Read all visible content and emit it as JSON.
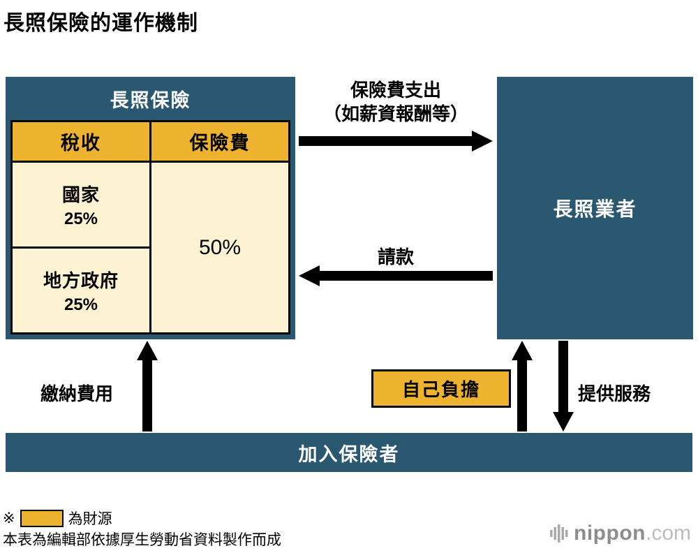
{
  "title": "長照保險的運作機制",
  "colors": {
    "teal": "#2b5871",
    "yellow": "#edb32e",
    "cream": "#fdf3d2"
  },
  "insurance_box": {
    "header": "長照保險",
    "table": {
      "col_headers": [
        "稅收",
        "保險費"
      ],
      "tax_cells": [
        {
          "label": "國家",
          "value": "25%"
        },
        {
          "label": "地方政府",
          "value": "25%"
        }
      ],
      "premium_cell": "50%"
    }
  },
  "provider_box": {
    "label": "長照業者"
  },
  "insured_bar": {
    "label": "加入保險者"
  },
  "arrows": {
    "premium_out": {
      "label_line1": "保險費支出",
      "label_line2": "（如薪資報酬等）"
    },
    "billing": {
      "label": "請款"
    },
    "pay_fee": {
      "label": "繳納費用"
    },
    "self_pay": {
      "label": "自己負擔"
    },
    "provide_service": {
      "label": "提供服務"
    }
  },
  "footnote": {
    "marker": "※",
    "swatch_label": "為財源",
    "source": "本表為編輯部依據厚生勞動省資料製作而成"
  },
  "logo": {
    "name": "nippon",
    "tld": ".com"
  }
}
